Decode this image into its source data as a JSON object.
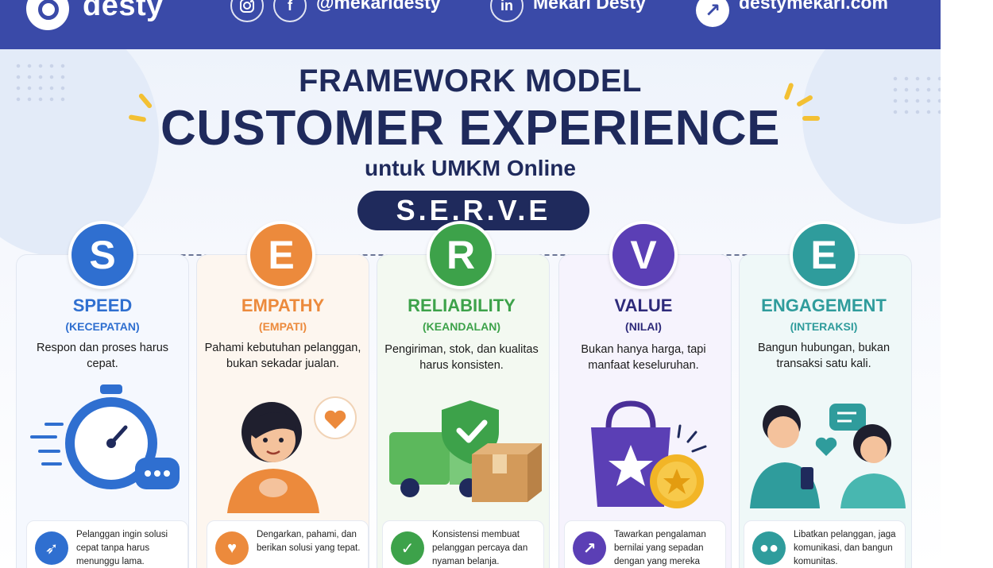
{
  "brand": {
    "logo_text": "desty"
  },
  "social": {
    "instagram_icon": "instagram-icon",
    "facebook_icon": "facebook-icon",
    "handle": "@mekaridesty",
    "linkedin_icon": "linkedin-icon",
    "linkedin_name": "Mekari Desty",
    "website": "destymekari.com"
  },
  "header": {
    "line1": "FRAMEWORK MODEL",
    "line2": "CUSTOMER EXPERIENCE",
    "line3": "untuk UMKM Online",
    "badge": "S.E.R.V.E"
  },
  "colors": {
    "brand_bar": "#3a4aa8",
    "title_navy": "#1f2a5c",
    "speed": "#2f6fd0",
    "empathy": "#ec8a3c",
    "reliability": "#3da24a",
    "value": "#5b3fb5",
    "engagement": "#2f9c9c"
  },
  "pillars": [
    {
      "letter": "S",
      "name": "SPEED",
      "sub": "(KECEPATAN)",
      "desc": "Respon dan proses harus cepat.",
      "illustration": "stopwatch-icon",
      "note_icon": "rocket-icon",
      "note": "Pelanggan ingin solusi cepat tanpa harus menunggu lama."
    },
    {
      "letter": "E",
      "name": "EMPATHY",
      "sub": "(EMPATI)",
      "desc": "Pahami kebutuhan pelanggan, bukan sekadar jualan.",
      "illustration": "woman-heart-icon",
      "note_icon": "heart-icon",
      "note": "Dengarkan, pahami, dan berikan solusi yang tepat."
    },
    {
      "letter": "R",
      "name": "RELIABILITY",
      "sub": "(KEANDALAN)",
      "desc": "Pengiriman, stok, dan kualitas harus konsisten.",
      "illustration": "truck-shield-icon",
      "note_icon": "shield-check-icon",
      "note": "Konsistensi membuat pelanggan percaya dan nyaman belanja."
    },
    {
      "letter": "V",
      "name": "VALUE",
      "sub": "(NILAI)",
      "desc": "Bukan hanya harga, tapi manfaat keseluruhan.",
      "illustration": "shopping-bag-coin-icon",
      "note_icon": "growth-chart-icon",
      "note": "Tawarkan pengalaman bernilai yang sepadan dengan yang mereka"
    },
    {
      "letter": "E",
      "name": "ENGAGEMENT",
      "sub": "(INTERAKSI)",
      "desc": "Bangun hubungan, bukan transaksi satu kali.",
      "illustration": "people-chat-icon",
      "note_icon": "community-icon",
      "note": "Libatkan pelanggan, jaga komunikasi, dan bangun komunitas."
    }
  ]
}
